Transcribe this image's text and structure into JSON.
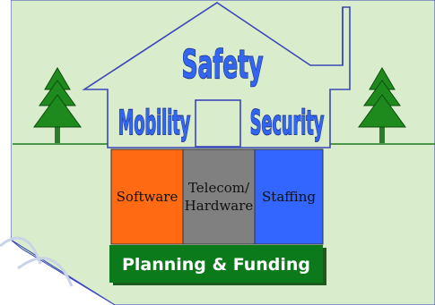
{
  "roof_label": "Safety",
  "left_label": "Mobility",
  "right_label": "Security",
  "pillars": [
    {
      "label_lines": [
        "Software"
      ],
      "color": "#ff6a13"
    },
    {
      "label_lines": [
        "Telecom/",
        "Hardware"
      ],
      "color": "#808080"
    },
    {
      "label_lines": [
        "Staffing"
      ],
      "color": "#3366ff"
    }
  ],
  "foundation_label": "Planning & Funding",
  "colors": {
    "background": "#d9eccc",
    "house_outline": "#3b47b8",
    "ground_line": "#1d7a1d",
    "tree": "#1e8a1e",
    "foundation": "#0a7a1a",
    "word_fill": "#3366ee"
  },
  "icons": [
    "tree-icon",
    "house-outline"
  ]
}
